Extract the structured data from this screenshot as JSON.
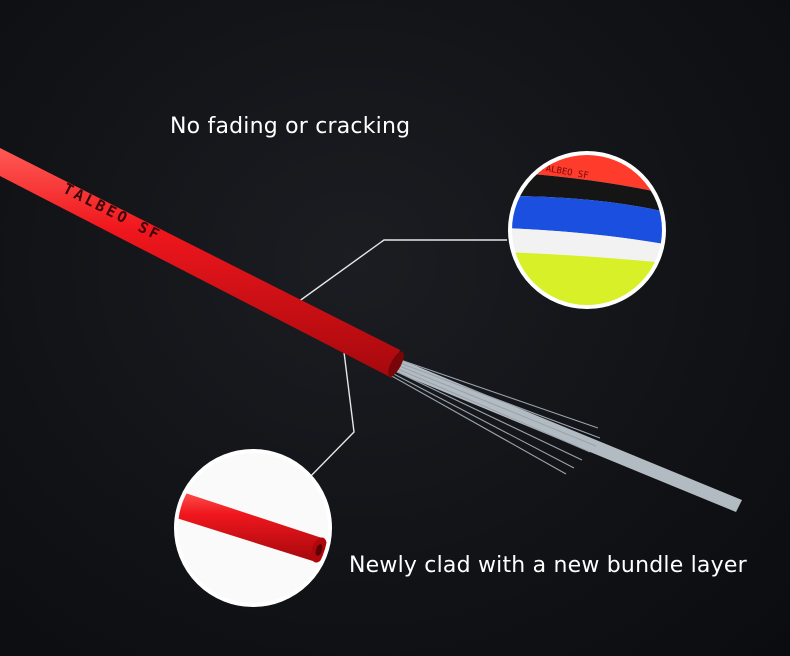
{
  "captions": {
    "top": "No fading or cracking",
    "bottom": "Newly clad with a new bundle layer"
  },
  "cable_print": "TALBEO SF",
  "colors": {
    "background": "#111317",
    "cable": "#e8141a",
    "leader_line": "#e6e6e6",
    "inset_ring": "#ffffff",
    "swatches": [
      "#ff3b2b",
      "#151515",
      "#1a4fe0",
      "#f2f2f2",
      "#d8f028"
    ]
  },
  "insets": {
    "top": "cable-colors-closeup",
    "bottom": "cable-end-closeup"
  }
}
